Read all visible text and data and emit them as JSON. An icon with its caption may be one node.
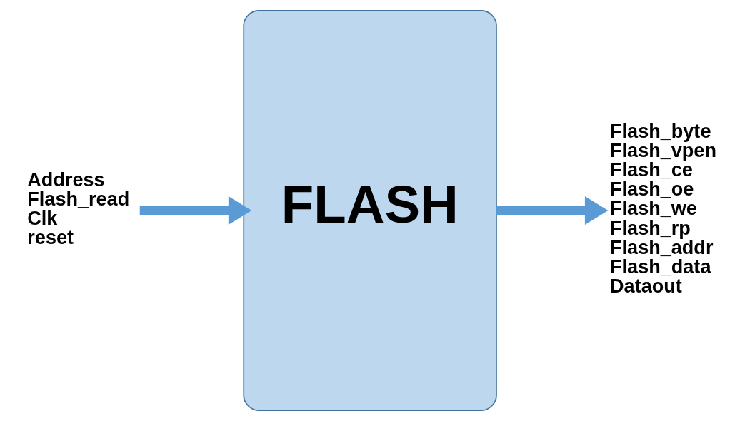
{
  "diagram": {
    "nodes": [
      {
        "text": [
          "Address",
          "Flash_read",
          "Clk",
          "reset"
        ]
      },
      {
        "text": [
          "FLASH"
        ]
      },
      {
        "text": [
          "Flash_byte",
          "Flash_vpen",
          "Flash_ce",
          "Flash_oe",
          "Flash_we",
          "Flash_rp",
          "Flash_addr",
          "Flash_data",
          "Dataout"
        ]
      }
    ],
    "edges": [
      {
        "from": 0,
        "to": 1,
        "arrow": "to"
      },
      {
        "from": 1,
        "to": 2,
        "arrow": "to"
      }
    ]
  }
}
